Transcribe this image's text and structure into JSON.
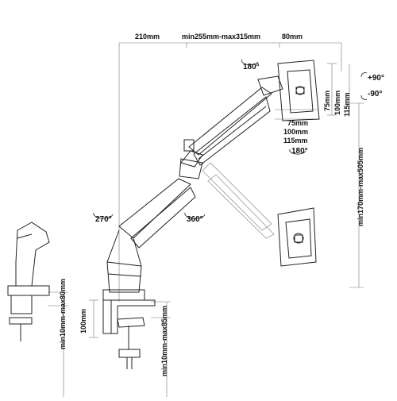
{
  "dimensions": {
    "arm_offset": "210mm",
    "arm_reach": "min255mm-max315mm",
    "vesa_offset": "80mm",
    "vesa_h_1": "75mm",
    "vesa_h_2": "100mm",
    "vesa_h_3": "115mm",
    "vesa_v_1": "75mm",
    "vesa_v_2": "100mm",
    "vesa_v_3": "115mm",
    "height_range": "min170mm-max505mm",
    "clamp_height": "100mm",
    "desk_thickness_side": "min10mm-max80mm",
    "desk_thickness_clamp": "min10mm-max85mm"
  },
  "rotations": {
    "tilt_up": "+90°",
    "tilt_down": "-90°",
    "swivel_top": "180°",
    "swivel_plate": "180°",
    "arm_rotation": "270°",
    "base_rotation": "360°"
  },
  "colors": {
    "line": "#222222",
    "dim_line": "#666666"
  }
}
